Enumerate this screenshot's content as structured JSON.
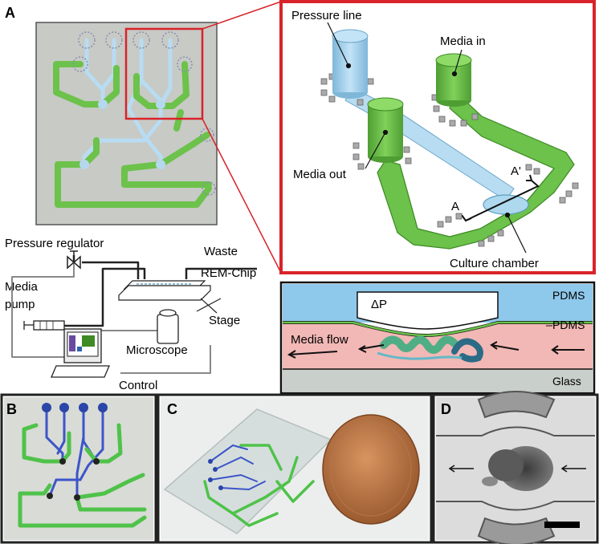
{
  "panels": {
    "A": "A",
    "B": "B",
    "C": "C",
    "D": "D"
  },
  "detail_3d": {
    "pressure_line": "Pressure line",
    "media_in": "Media in",
    "media_out": "Media out",
    "culture_chamber": "Culture chamber",
    "section_start": "A",
    "section_end": "A'"
  },
  "setup": {
    "pressure_regulator": "Pressure regulator",
    "waste": "Waste",
    "rem_chip": "REM-Chip",
    "media_pump_line1": "Media",
    "media_pump_line2": "pump",
    "stage": "Stage",
    "microscope": "Microscope",
    "control": "Control"
  },
  "cross_section": {
    "pdms_top": "PDMS",
    "delta_p": "ΔP",
    "pdms_membrane": "PDMS",
    "media_flow": "Media flow",
    "glass": "Glass"
  },
  "colors": {
    "channel_green": "#6cc24a",
    "pressure_blue": "#a9d4f0",
    "highlight_red": "#d9232a",
    "pdms_blue": "#8ec8ea",
    "media_pink": "#f2b8b5",
    "glass_gray": "#c9cfcb"
  }
}
